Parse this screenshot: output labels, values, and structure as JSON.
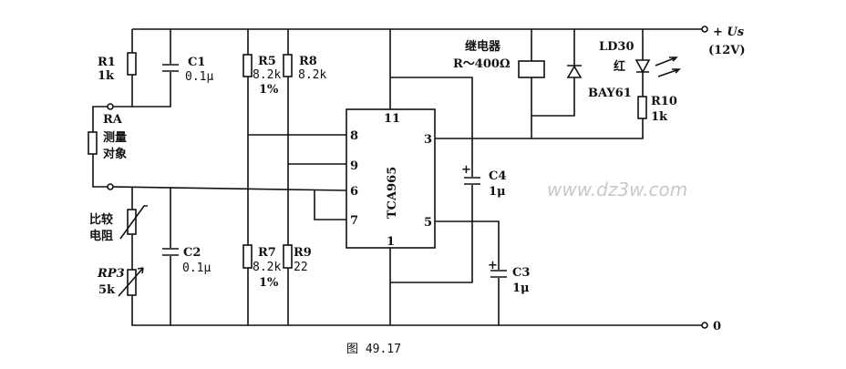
{
  "figure_caption": "图 49.17",
  "watermark": "www.dz3w.com",
  "supply": {
    "label": "+ Us",
    "voltage": "(12V)",
    "ground": "0"
  },
  "ic": {
    "name": "TCA965",
    "pins": {
      "p11": "11",
      "p8": "8",
      "p9": "9",
      "p6": "6",
      "p7": "7",
      "p1": "1",
      "p3": "3",
      "p5": "5"
    }
  },
  "components": {
    "R1": {
      "name": "R1",
      "value": "1k"
    },
    "C1": {
      "name": "C1",
      "value": "0.1μ"
    },
    "RA": {
      "name": "RA",
      "desc1": "测量",
      "desc2": "对象"
    },
    "R5": {
      "name": "R5",
      "value": "8.2k",
      "tol": "1%"
    },
    "R8": {
      "name": "R8",
      "value": "8.2k"
    },
    "R7": {
      "name": "R7",
      "value": "8.2k",
      "tol": "1%"
    },
    "R9": {
      "name": "R9",
      "value": "22"
    },
    "C2": {
      "name": "C2",
      "value": "0.1μ"
    },
    "RT": {
      "desc1": "比较",
      "desc2": "电阻"
    },
    "RP3": {
      "name": "RP3",
      "value": "5k"
    },
    "C3": {
      "name": "C3",
      "value": "1μ"
    },
    "C4": {
      "name": "C4",
      "value": "1μ"
    },
    "relay": {
      "name": "继电器",
      "value": "R～400Ω"
    },
    "diode": {
      "name": "BAY61"
    },
    "led": {
      "name": "LD30",
      "color": "红"
    },
    "R10": {
      "name": "R10",
      "value": "1k"
    }
  }
}
